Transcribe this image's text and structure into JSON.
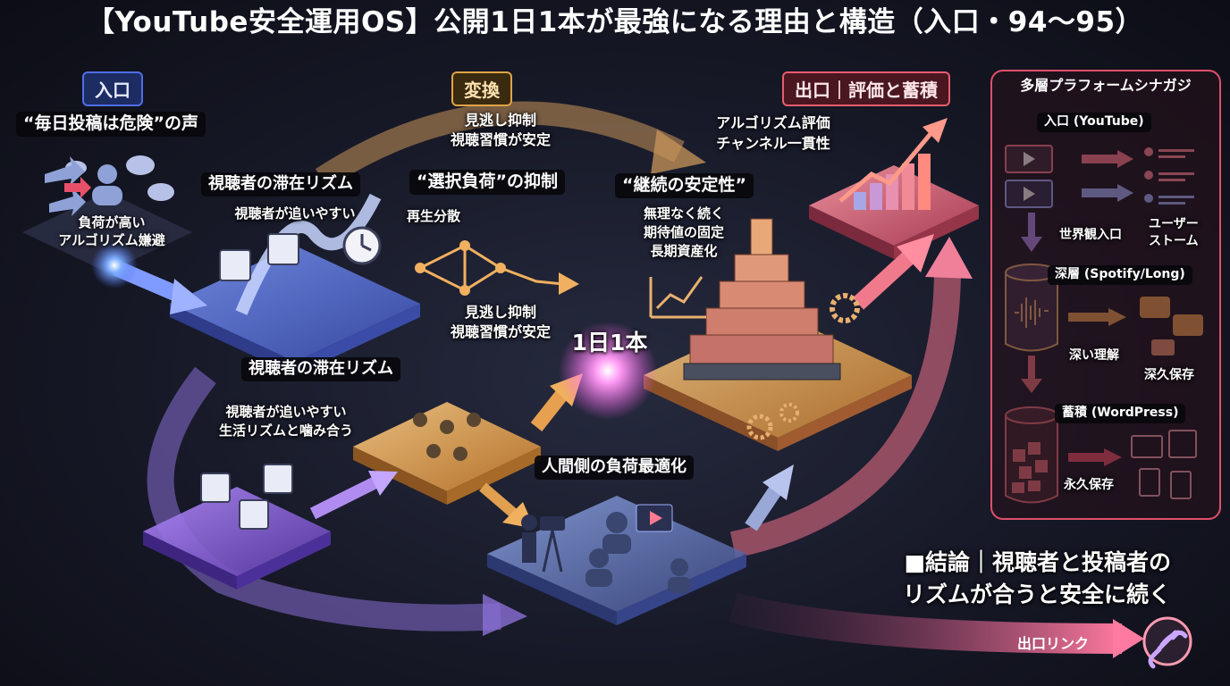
{
  "title": "【YouTube安全運用OS】公開1日1本が最強になる理由と構造（入口・94〜95）",
  "sections": {
    "entry": "入口",
    "transform": "変換",
    "exit": "出口｜評価と蓄積"
  },
  "entry_block": {
    "quote": "“毎日投稿は危険”の声",
    "line1": "負荷が高い",
    "line2": "アルゴリズム嫌避"
  },
  "rhythm_top": {
    "title": "視聴者の滞在リズム",
    "sub": "視聴者が追いやすい"
  },
  "transform_top": {
    "line1": "見逃し抑制",
    "line2": "視聴習慣が安定"
  },
  "choice": {
    "title": "“選択負荷”の抑制",
    "label": "再生分散"
  },
  "transform_bottom": {
    "line1": "見逃し抑制",
    "line2": "視聴習慣が安定"
  },
  "center": "1日1本",
  "rhythm_mid": {
    "title": "視聴者の滞在リズム",
    "line1": "視聴者が追いやすい",
    "line2": "生活リズムと噛み合う"
  },
  "human": "人間側の負荷最適化",
  "continuity": {
    "title": "“継続の安定性”",
    "line1": "無理なく続く",
    "line2": "期待値の固定",
    "line3": "長期資産化"
  },
  "evaluation": {
    "line1": "アルゴリズム評価",
    "line2": "チャンネル一貫性"
  },
  "panel": {
    "title": "多層プラフォームシナガジ",
    "entry": "入口 (YouTube)",
    "worldview": "世界観入口",
    "user_stream": "ユーザー",
    "user_stream2": "ストーム",
    "deep": "深層 (Spotify/Long)",
    "deep_understand": "深い理解",
    "deep_save": "深久保存",
    "store": "蓄積 (WordPress)",
    "permanent": "永久保存"
  },
  "conclusion": {
    "line1": "■結論｜視聴者と投稿者の",
    "line2": "リズムが合うと安全に続く"
  },
  "exit_link": "出口リンク",
  "colors": {
    "entry_blue": "#4f6ee8",
    "transform_orange": "#e0a446",
    "exit_red": "#e75d6e",
    "purple": "#9a72e6",
    "glow_pink": "#ff5af0"
  }
}
